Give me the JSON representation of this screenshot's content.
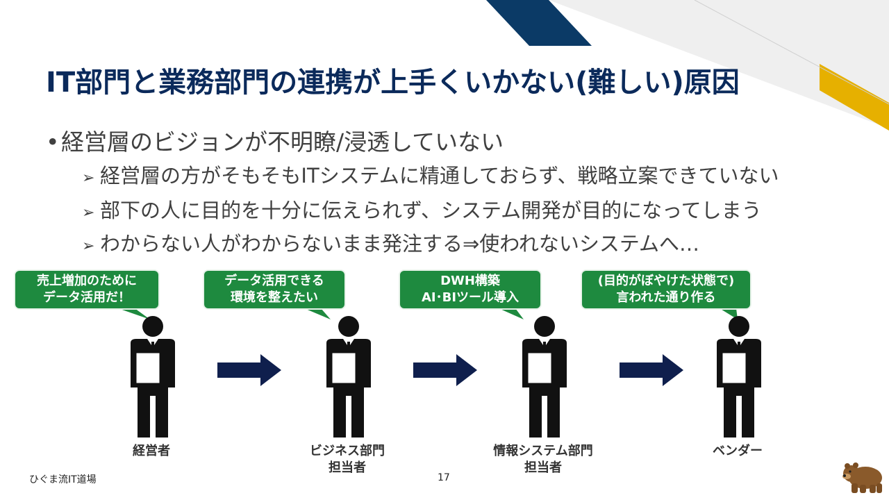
{
  "slide": {
    "title": "IT部門と業務部門の連携が上手くいかない(難しい)原因",
    "bullet": "経営層のビジョンが不明瞭/浸透していない",
    "bullet_marker": "•",
    "sub_marker": "➢",
    "sub_bullets": [
      "経営層の方がそもそもITシステムに精通しておらず、戦略立案できていない",
      "部下の人に目的を十分に伝えられず、システム開発が目的になってしまう",
      "わからない人がわからないまま発注する⇒使われないシステムへ…"
    ]
  },
  "flow": {
    "callouts": [
      {
        "line1": "売上増加のために",
        "line2": "データ活用だ！"
      },
      {
        "line1": "データ活用できる",
        "line2": "環境を整えたい"
      },
      {
        "line1": "DWH構築",
        "line2": "AI･BIツール導入"
      },
      {
        "line1": "(目的がぼやけた状態で)",
        "line2": "言われた通り作る"
      }
    ],
    "roles": [
      {
        "line1": "経営者",
        "line2": ""
      },
      {
        "line1": "ビジネス部門",
        "line2": "担当者"
      },
      {
        "line1": "情報システム部門",
        "line2": "担当者"
      },
      {
        "line1": "ベンダー",
        "line2": ""
      }
    ]
  },
  "footer": {
    "brand": "ひぐま流IT道場",
    "page": "17"
  },
  "colors": {
    "title": "#0b2a5b",
    "navy_accent": "#0b3a66",
    "gold_accent": "#e6b000",
    "callout_green": "#1e8a3f",
    "arrow_navy": "#0f1f4d"
  }
}
